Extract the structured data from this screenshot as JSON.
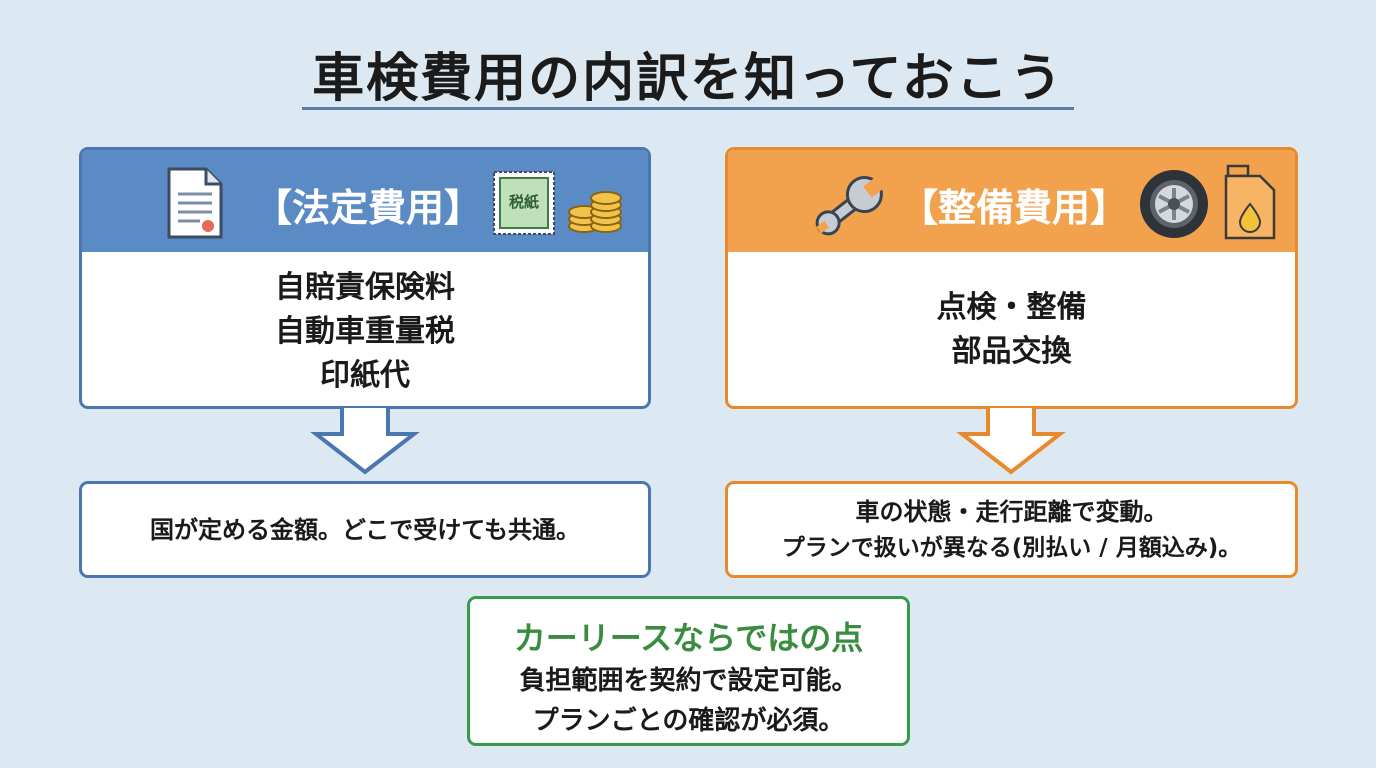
{
  "title": "車検費用の内訳を知っておこう",
  "left": {
    "heading": "【法定費用】",
    "items": [
      "自賠責保険料",
      "自動車重量税",
      "印紙代"
    ],
    "stamp_text": "税紙",
    "note": "国が定める金額。どこで受けても共通。",
    "colors": {
      "border": "#4a77b0",
      "header": "#5b8bc4",
      "title": "#ffffff"
    },
    "icons": [
      "document-icon",
      "revenue-stamp-icon",
      "coins-icon",
      "down-arrow-icon"
    ]
  },
  "right": {
    "heading": "【整備費用】",
    "items": [
      "点検・整備",
      "部品交換"
    ],
    "note_lines": [
      "車の状態・走行距離で変動。",
      "プランで扱いが異なる(別払い / 月額込み)。"
    ],
    "colors": {
      "border": "#e8892e",
      "header": "#f2a24c",
      "title": "#ffffff"
    },
    "icons": [
      "wrench-icon",
      "tire-icon",
      "oil-can-icon",
      "down-arrow-icon"
    ]
  },
  "bottom": {
    "heading": "カーリースならではの点",
    "lines": [
      "負担範囲を契約で設定可能。",
      "プランごとの確認が必須。"
    ],
    "colors": {
      "border": "#3a9a4a",
      "title": "#3a8c3f"
    }
  }
}
